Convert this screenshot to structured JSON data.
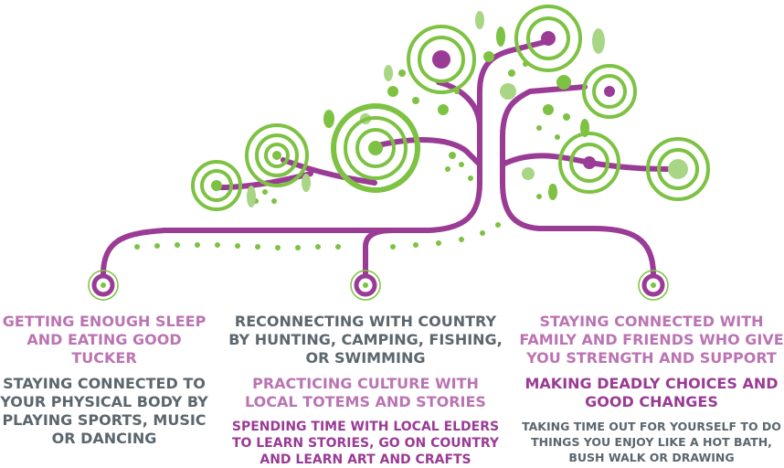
{
  "columns": [
    {
      "lines": [
        "GETTING ENOUGH SLEEP AND EATING GOOD TUCKER",
        "STAYING CONNECTED TO YOUR PHYSICAL BODY BY PLAYING SPORTS, MUSIC OR DANCING"
      ]
    },
    {
      "lines": [
        "RECONNECTING WITH COUNTRY BY HUNTING, CAMPING, FISHING, OR SWIMMING",
        "PRACTICING CULTURE WITH LOCAL TOTEMS AND STORIES",
        "SPENDING TIME WITH LOCAL ELDERS TO LEARN STORIES, GO ON COUNTRY AND LEARN ART AND CRAFTS"
      ]
    },
    {
      "lines": [
        "STAYING CONNECTED WITH FAMILY AND FRIENDS WHO GIVE YOU STRENGTH AND SUPPORT",
        "MAKING DEADLY CHOICES AND GOOD CHANGES",
        "TAKING TIME OUT FOR YOURSELF TO DO THINGS YOU ENJOY LIKE A HOT BATH, BUSH WALK OR DRAWING"
      ]
    }
  ],
  "colors": {
    "green": "#7dc242",
    "light_green": "#a9d685",
    "purple": "#9a3b95",
    "light_purple": "#bb74b3",
    "grey": "#5c666d"
  }
}
